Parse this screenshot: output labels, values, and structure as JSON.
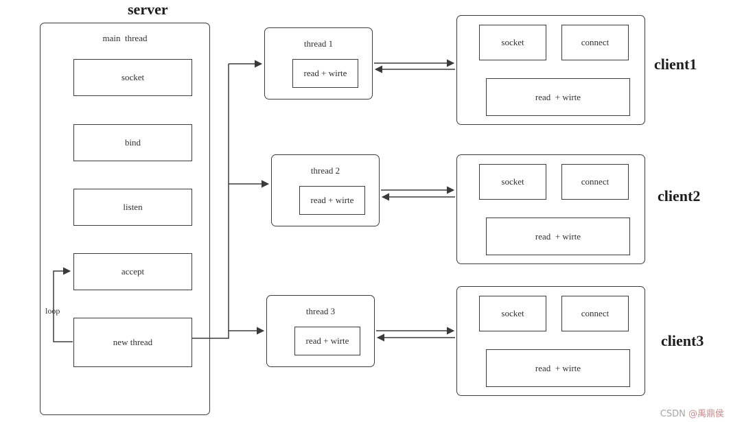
{
  "server": {
    "title": "server",
    "subtitle": "main  thread",
    "steps": [
      "socket",
      "bind",
      "listen",
      "accept",
      "new thread"
    ],
    "loop_label": "loop"
  },
  "threads": [
    {
      "label": "thread 1",
      "readwrite": "read + wirte"
    },
    {
      "label": "thread 2",
      "readwrite": "read + wirte"
    },
    {
      "label": "thread 3",
      "readwrite": "read + wirte"
    }
  ],
  "clients": [
    {
      "label": "client1",
      "socket": "socket",
      "connect": "connect",
      "readwrite": "read  + wirte"
    },
    {
      "label": "client2",
      "socket": "socket",
      "connect": "connect",
      "readwrite": "read  + wirte"
    },
    {
      "label": "client3",
      "socket": "socket",
      "connect": "connect",
      "readwrite": "read  + wirte"
    }
  ],
  "watermark": {
    "prefix": "CSDN ",
    "name": "@禹鼎侯"
  }
}
